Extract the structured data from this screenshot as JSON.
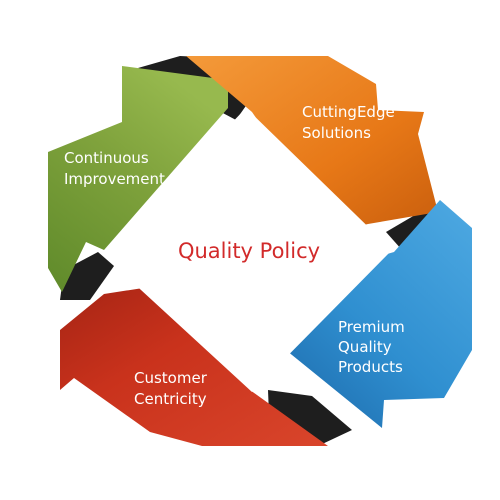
{
  "diagram": {
    "center_title": "Quality Policy",
    "colors": {
      "green": "#7f9e3a",
      "orange": "#e77817",
      "blue": "#2f8fd0",
      "red": "#c9321c",
      "fold": "#1e1e1e",
      "title": "#d22a2a"
    },
    "segments": [
      {
        "id": "green",
        "lines": [
          "Continuous",
          "Improvement"
        ]
      },
      {
        "id": "orange",
        "lines": [
          "CuttingEdge",
          "Solutions"
        ]
      },
      {
        "id": "blue",
        "lines": [
          "Premium",
          "Quality",
          "Products"
        ]
      },
      {
        "id": "red",
        "lines": [
          "Customer",
          "Centricity"
        ]
      }
    ]
  }
}
